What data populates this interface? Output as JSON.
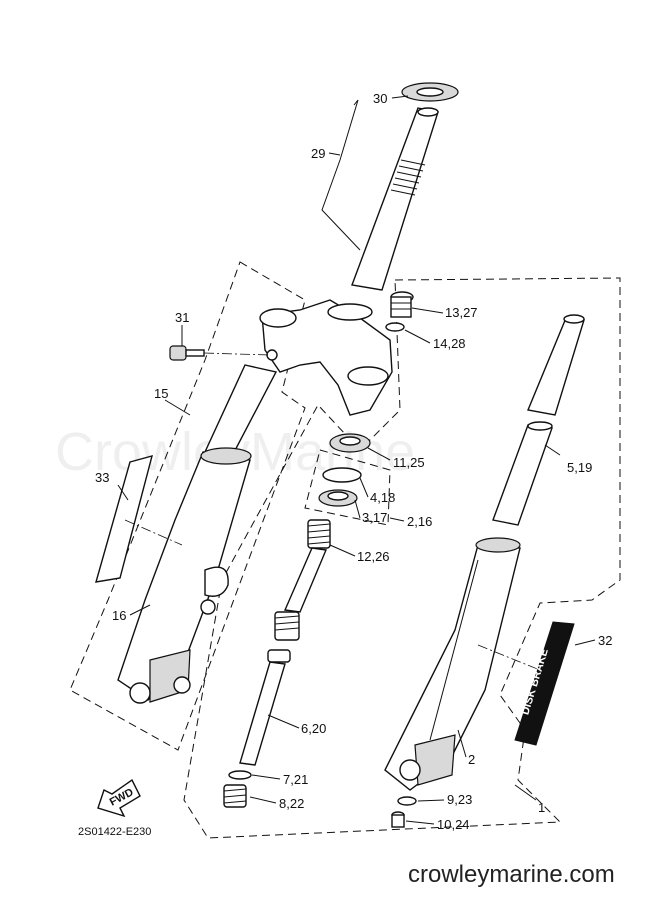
{
  "watermark": "CrowleyMarine",
  "footer_site": "crowleymarine.com",
  "diagram_code": "2S01422-E230",
  "fwd_badge": "FWD",
  "decal_text": "DISK BRAKE",
  "callouts": [
    {
      "id": "30",
      "text": "30"
    },
    {
      "id": "29",
      "text": "29"
    },
    {
      "id": "31",
      "text": "31"
    },
    {
      "id": "13_27",
      "text": "13,27"
    },
    {
      "id": "14_28",
      "text": "14,28"
    },
    {
      "id": "15",
      "text": "15"
    },
    {
      "id": "11_25",
      "text": "11,25"
    },
    {
      "id": "5_19",
      "text": "5,19"
    },
    {
      "id": "33",
      "text": "33"
    },
    {
      "id": "4_18",
      "text": "4,18"
    },
    {
      "id": "3_17",
      "text": "3,17"
    },
    {
      "id": "2_16a",
      "text": "2,16"
    },
    {
      "id": "12_26",
      "text": "12,26"
    },
    {
      "id": "16",
      "text": "16"
    },
    {
      "id": "32",
      "text": "32"
    },
    {
      "id": "6_20",
      "text": "6,20"
    },
    {
      "id": "2",
      "text": "2"
    },
    {
      "id": "7_21",
      "text": "7,21"
    },
    {
      "id": "9_23",
      "text": "9,23"
    },
    {
      "id": "1",
      "text": "1"
    },
    {
      "id": "8_22",
      "text": "8,22"
    },
    {
      "id": "10_24",
      "text": "10,24"
    }
  ]
}
